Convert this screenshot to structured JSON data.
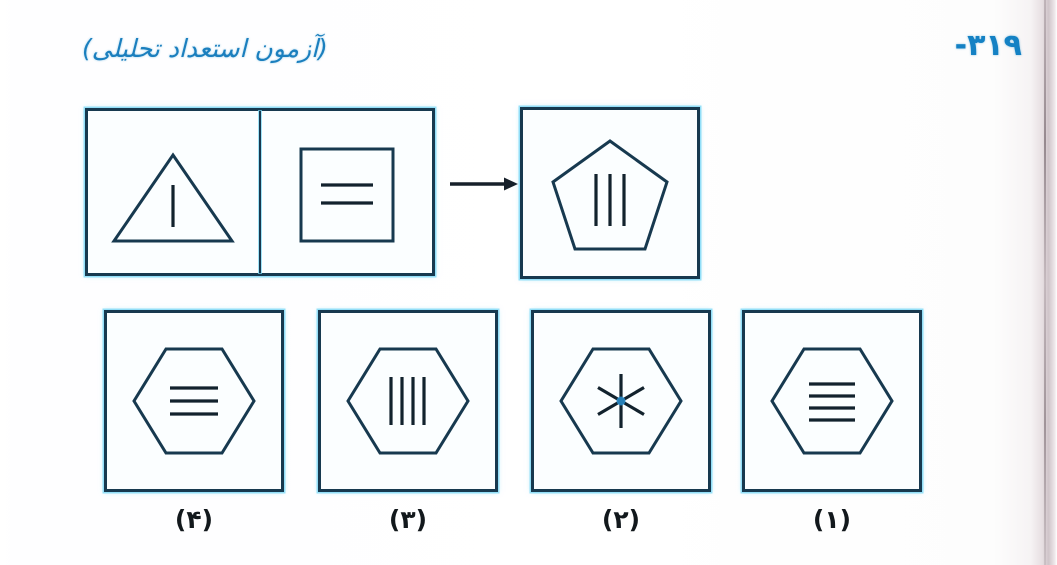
{
  "page": {
    "question_number": "۳۱۹-",
    "title": "(آزمون استعداد تحلیلی)",
    "background_color": "#ffffff",
    "ink_color": "#17394f",
    "accent_color": "#1481c4"
  },
  "puzzle": {
    "type": "visual-analogy",
    "relation_arrow": "→",
    "prompt": [
      {
        "position": "left",
        "shape": "triangle",
        "sides": 3,
        "inner_marks": "vertical-lines",
        "inner_count": 1,
        "description": "مثلث با یک خط عمودی"
      },
      {
        "position": "right",
        "shape": "square",
        "sides": 4,
        "inner_marks": "horizontal-lines",
        "inner_count": 2,
        "description": "مربع با دو خط افقی"
      }
    ],
    "target": {
      "shape": "pentagon",
      "sides": 5,
      "inner_marks": "vertical-lines",
      "inner_count": 3,
      "description": "پنج‌ضلعی با سه خط عمودی"
    }
  },
  "options": [
    {
      "number": "۱",
      "label": "(۱)",
      "shape": "hexagon",
      "sides": 6,
      "inner_marks": "horizontal-lines",
      "inner_count": 4,
      "description": "شش‌ضلعی با چهار خط افقی"
    },
    {
      "number": "۲",
      "label": "(۲)",
      "shape": "hexagon",
      "sides": 6,
      "inner_marks": "asterisk",
      "inner_count": 6,
      "description": "شش‌ضلعی با ستاره شش‌پر"
    },
    {
      "number": "۳",
      "label": "(۳)",
      "shape": "hexagon",
      "sides": 6,
      "inner_marks": "vertical-lines",
      "inner_count": 4,
      "description": "شش‌ضلعی با چهار خط عمودی"
    },
    {
      "number": "۴",
      "label": "(۴)",
      "shape": "hexagon",
      "sides": 6,
      "inner_marks": "horizontal-lines",
      "inner_count": 3,
      "description": "شش‌ضلعی با سه خط افقی"
    }
  ]
}
